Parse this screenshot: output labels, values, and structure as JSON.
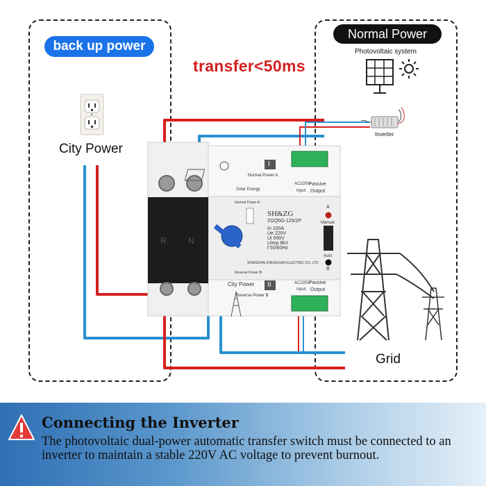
{
  "headline": "transfer<50ms",
  "backup_label": "back up power",
  "normal_label": "Normal Power",
  "pv_label": "Photovoltaic system",
  "inverter_label": "Inverter",
  "city_power_label": "City Power",
  "grid_label": "Grid",
  "device": {
    "brand": "SH&ZG",
    "model": "ZGQ5G-125/2P",
    "specs": [
      "In      100A",
      "Ue     220V",
      "Ui      690V",
      "Uimp  8kV",
      "f        50/60Hz"
    ],
    "manufacturer": "SHANGHAI ZHENGGAN ELECTRIC CO.,LTD",
    "normal_power_label": "Normal Power A",
    "reverse_power_label": "Reverse Power B",
    "normal_power_side": "Normal Power A",
    "reverse_power_side": "Reverse Power B",
    "solar_energy": "Solar Energy",
    "city_power": "City Power",
    "roman_1": "I",
    "roman_2": "II",
    "ac220v_top": "AC220V",
    "passive_top": "Passive",
    "input_top": "Input",
    "output_top": "Output",
    "ac220v_bottom": "AC220V",
    "passive_bottom": "Passive",
    "input_bottom": "Input",
    "output_bottom": "Output",
    "manual": "Manual",
    "auto": "Auto",
    "indicator_a": "A",
    "indicator_b": "B",
    "pole_r": "R",
    "pole_n": "N"
  },
  "footer": {
    "title": "Connecting the Inverter",
    "body": "The photovoltaic dual-power automatic transfer switch must be connected to an inverter to maintain a stable 220V AC voltage to prevent burnout."
  },
  "colors": {
    "live_wire": "#d42020",
    "neutral_wire": "#2a8fd0",
    "backup_pill": "#1a73e8",
    "normal_pill": "#111111",
    "headline": "#d42020"
  }
}
